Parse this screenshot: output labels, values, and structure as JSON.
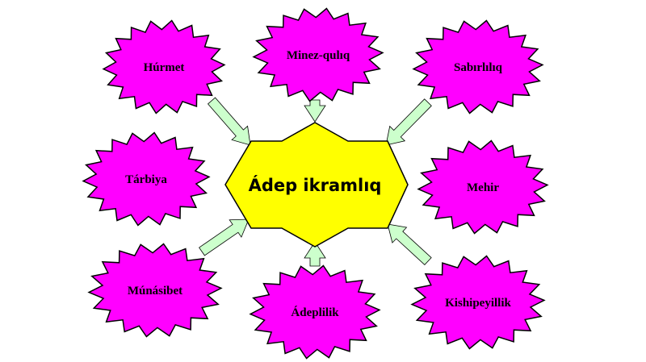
{
  "center": {
    "label": "Ádep ikramlıq",
    "fill": "#ffff00"
  },
  "burst_fill": "#ff00ff",
  "arrow_fill": "#ccffcc",
  "nodes": [
    {
      "id": "hurmet",
      "label": "Húrmet"
    },
    {
      "id": "minez-qulq",
      "label": "Minez-qulıq"
    },
    {
      "id": "sabirliliq",
      "label": "Sabırlılıq"
    },
    {
      "id": "tarbiya",
      "label": "Tárbiya"
    },
    {
      "id": "mehir",
      "label": "Mehir"
    },
    {
      "id": "munasibet",
      "label": "Múnásibet"
    },
    {
      "id": "adeplilik",
      "label": "Ádeplilik"
    },
    {
      "id": "kishipeyillik",
      "label": "Kishipeyillik"
    }
  ]
}
